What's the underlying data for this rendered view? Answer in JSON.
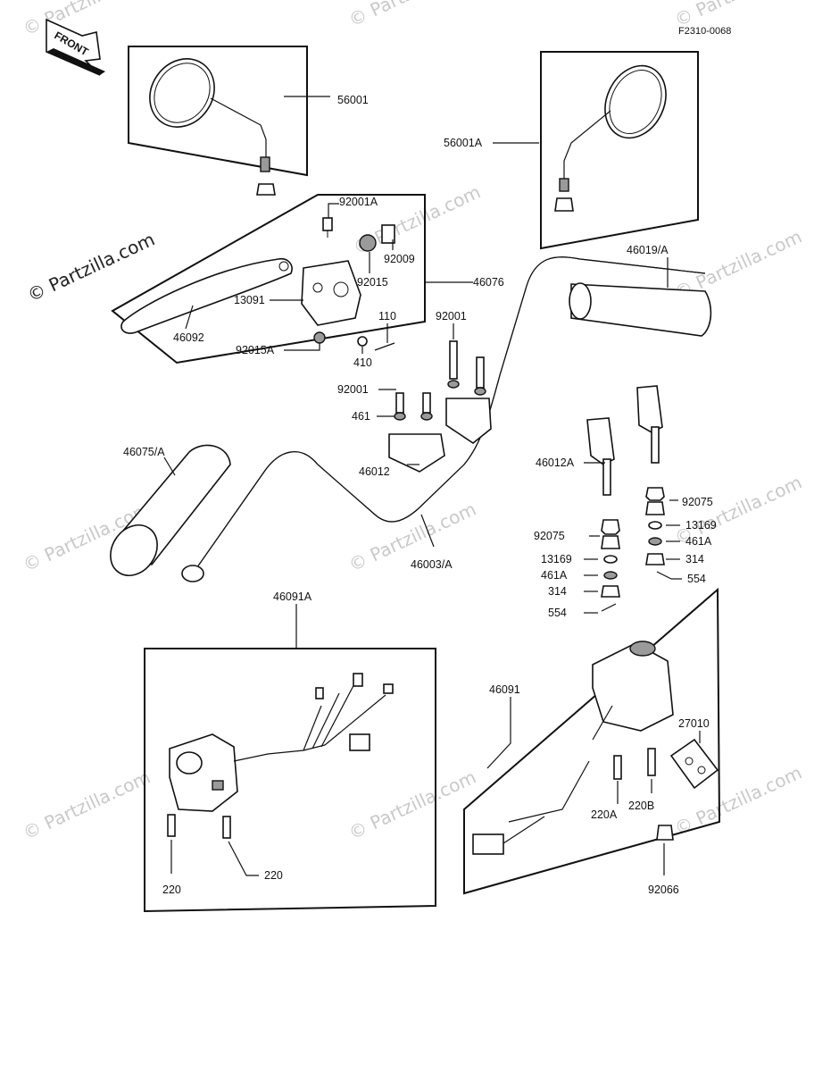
{
  "figure_code": "F2310-0068",
  "front_label": "FRONT",
  "watermark": {
    "main": "© Partzilla.com",
    "faint": "© Partzilla.com"
  },
  "labels": {
    "p56001": "56001",
    "p56001A": "56001A",
    "p92001A": "92001A",
    "p92009": "92009",
    "p92015": "92015",
    "p46076": "46076",
    "p13091": "13091",
    "p46092": "46092",
    "p110": "110",
    "p92015A": "92015A",
    "p410": "410",
    "p92001_top": "92001",
    "p92001_left": "92001",
    "p461": "461",
    "p46012": "46012",
    "p46019A": "46019/A",
    "p46012A": "46012A",
    "p92075_right": "92075",
    "p13169_right": "13169",
    "p461A_right": "461A",
    "p314_right": "314",
    "p554_right": "554",
    "p46075A": "46075/A",
    "p92075_left": "92075",
    "p13169_left": "13169",
    "p461A_left": "461A",
    "p314_left": "314",
    "p554_left": "554",
    "p46003A": "46003/A",
    "p46091A": "46091A",
    "p220_left": "220",
    "p220_right": "220",
    "p46091": "46091",
    "p27010": "27010",
    "p220A": "220A",
    "p220B": "220B",
    "p92066": "92066"
  }
}
